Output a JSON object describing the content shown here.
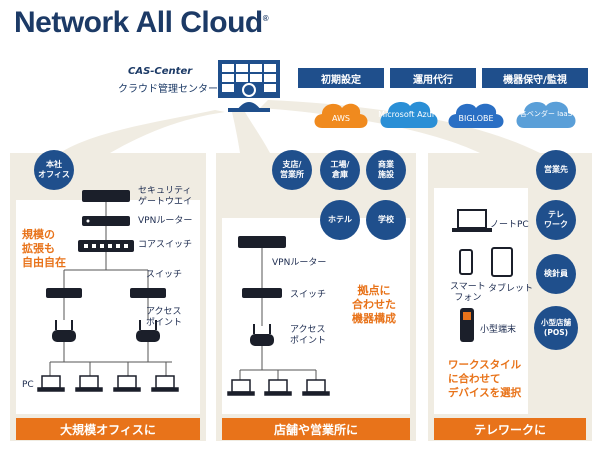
{
  "header": {
    "title": "Network All Cloud",
    "reg_mark": "®"
  },
  "center": {
    "name": "CAS-Center",
    "label": "クラウド管理センター"
  },
  "services": [
    "初期設定",
    "運用代行",
    "機器保守/監視"
  ],
  "clouds": [
    "AWS",
    "Microsoft\nAzure",
    "BIGLOBE",
    "各ベンダー\nIaaS"
  ],
  "colors": {
    "navy": "#1f4f8c",
    "orange": "#e8731a",
    "panel": "#f0ece2"
  },
  "panel_large": {
    "hq": "本社\nオフィス",
    "devices": [
      "セキュリティ\nゲートウエイ",
      "VPNルーター",
      "コアスイッチ",
      "スイッチ",
      "アクセス\nポイント"
    ],
    "pc": "PC",
    "tagline": "規模の\n拡張も\n自由自在",
    "footer": "大規模オフィスに"
  },
  "panel_store": {
    "sites": [
      "支店/\n営業所",
      "工場/\n倉庫",
      "商業\n施設",
      "ホテル",
      "学校"
    ],
    "devices": [
      "VPNルーター",
      "スイッチ",
      "アクセス\nポイント"
    ],
    "tagline": "拠点に\n合わせた\n機器構成",
    "footer": "店舗や営業所に"
  },
  "panel_tele": {
    "devices": [
      "ノートPC",
      "スマート\nフォン",
      "タブレット",
      "小型端末"
    ],
    "users": [
      "営業先",
      "テレ\nワーク",
      "検針員",
      "小型店舗\n(POS)"
    ],
    "tagline": "ワークスタイル\nに合わせて\nデバイスを選択",
    "footer": "テレワークに"
  }
}
